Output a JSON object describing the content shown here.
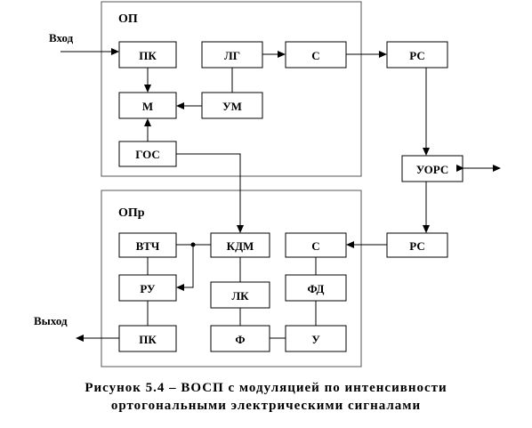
{
  "groups": {
    "transmitter": "ОП",
    "receiver": "ОПр"
  },
  "signals": {
    "input": "Вход",
    "output": "Выход"
  },
  "blocks": {
    "pk_top": "ПК",
    "lg": "ЛГ",
    "s_top": "С",
    "rs_top": "РС",
    "m": "М",
    "um": "УМ",
    "gos": "ГОС",
    "uors": "УОРС",
    "vtch": "ВТЧ",
    "kdm": "КДМ",
    "s_bot": "С",
    "rs_bot": "РС",
    "ru": "РУ",
    "lk": "ЛК",
    "fd": "ФД",
    "pk_bot": "ПК",
    "f": "Ф",
    "u": "У"
  },
  "caption": {
    "line1": "Рисунок 5.4 – ВОСП с модуляцией по интенсивности",
    "line2": "ортогональными электрическими сигналами"
  }
}
